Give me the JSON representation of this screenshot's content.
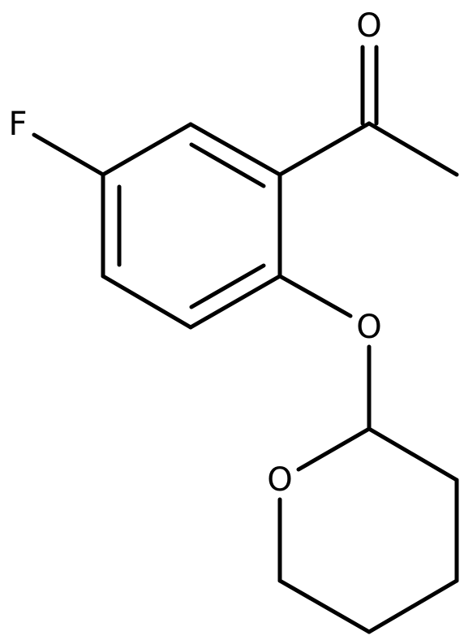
{
  "structure": {
    "atoms": [
      {
        "id": "o_carbonyl",
        "label": "O"
      },
      {
        "id": "f",
        "label": "F"
      },
      {
        "id": "o_ether",
        "label": "O"
      },
      {
        "id": "o_ring",
        "label": "O"
      }
    ]
  },
  "colors": {
    "bond": "#000000",
    "label": "#000000",
    "background": "#ffffff"
  }
}
